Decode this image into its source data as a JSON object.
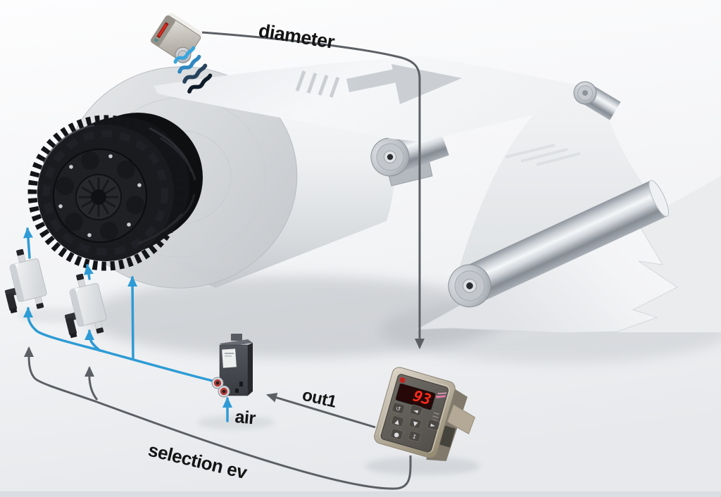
{
  "scene": {
    "description": "Unwinder web tension control system diagram: ultrasonic diameter sensor, paper reel with pneumatic brake, guide rollers, air electrovalve and tension controller",
    "labels": {
      "diameter": "diameter",
      "out1": "out1",
      "air": "air",
      "selection_ev": "selection ev"
    },
    "controller": {
      "display_value": "93"
    },
    "icons": {
      "waves": "ultrasonic-wave-icon",
      "flow": "flow-arrow-icon"
    },
    "colors": {
      "air_line_blue": "#2d9bd5",
      "signal_line_gray": "#5c6065",
      "label_text": "#141414",
      "display_digits_red": "#ff2b1a",
      "controller_bezel": "#b5ac9c",
      "brake_black": "#17181b",
      "paper_white": "#f4f5f7",
      "roller_chrome": "#c9ced4",
      "valve_fitting_red": "#b63a36"
    }
  }
}
